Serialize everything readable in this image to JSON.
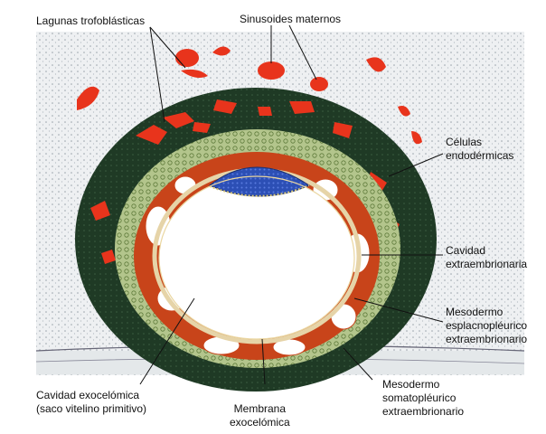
{
  "labels": {
    "lagunas": "Lagunas trofoblásticas",
    "sinusoides": "Sinusoides maternos",
    "celulas": [
      "Células",
      "endodérmicas"
    ],
    "cavidad_extra": [
      "Cavidad",
      "extraembrionaria"
    ],
    "meso_esplac": [
      "Mesodermo",
      "esplacnopléurico",
      "extraembrionario"
    ],
    "meso_somato": [
      "Mesodermo",
      "somatopléurico",
      "extraembrionario"
    ],
    "membrana": [
      "Membrana",
      "exocelómica"
    ],
    "cavidad_exo": [
      "Cavidad exocelómica",
      "(saco vitelino primitivo)"
    ]
  },
  "colors": {
    "syncytio": "#1f3a25",
    "cytotrophoblast": "#a8bd82",
    "mesoderm": "#c8441a",
    "blood": "#e8341c",
    "embryo": "#2c4fb5",
    "endometrium": "#dfe3e6"
  }
}
